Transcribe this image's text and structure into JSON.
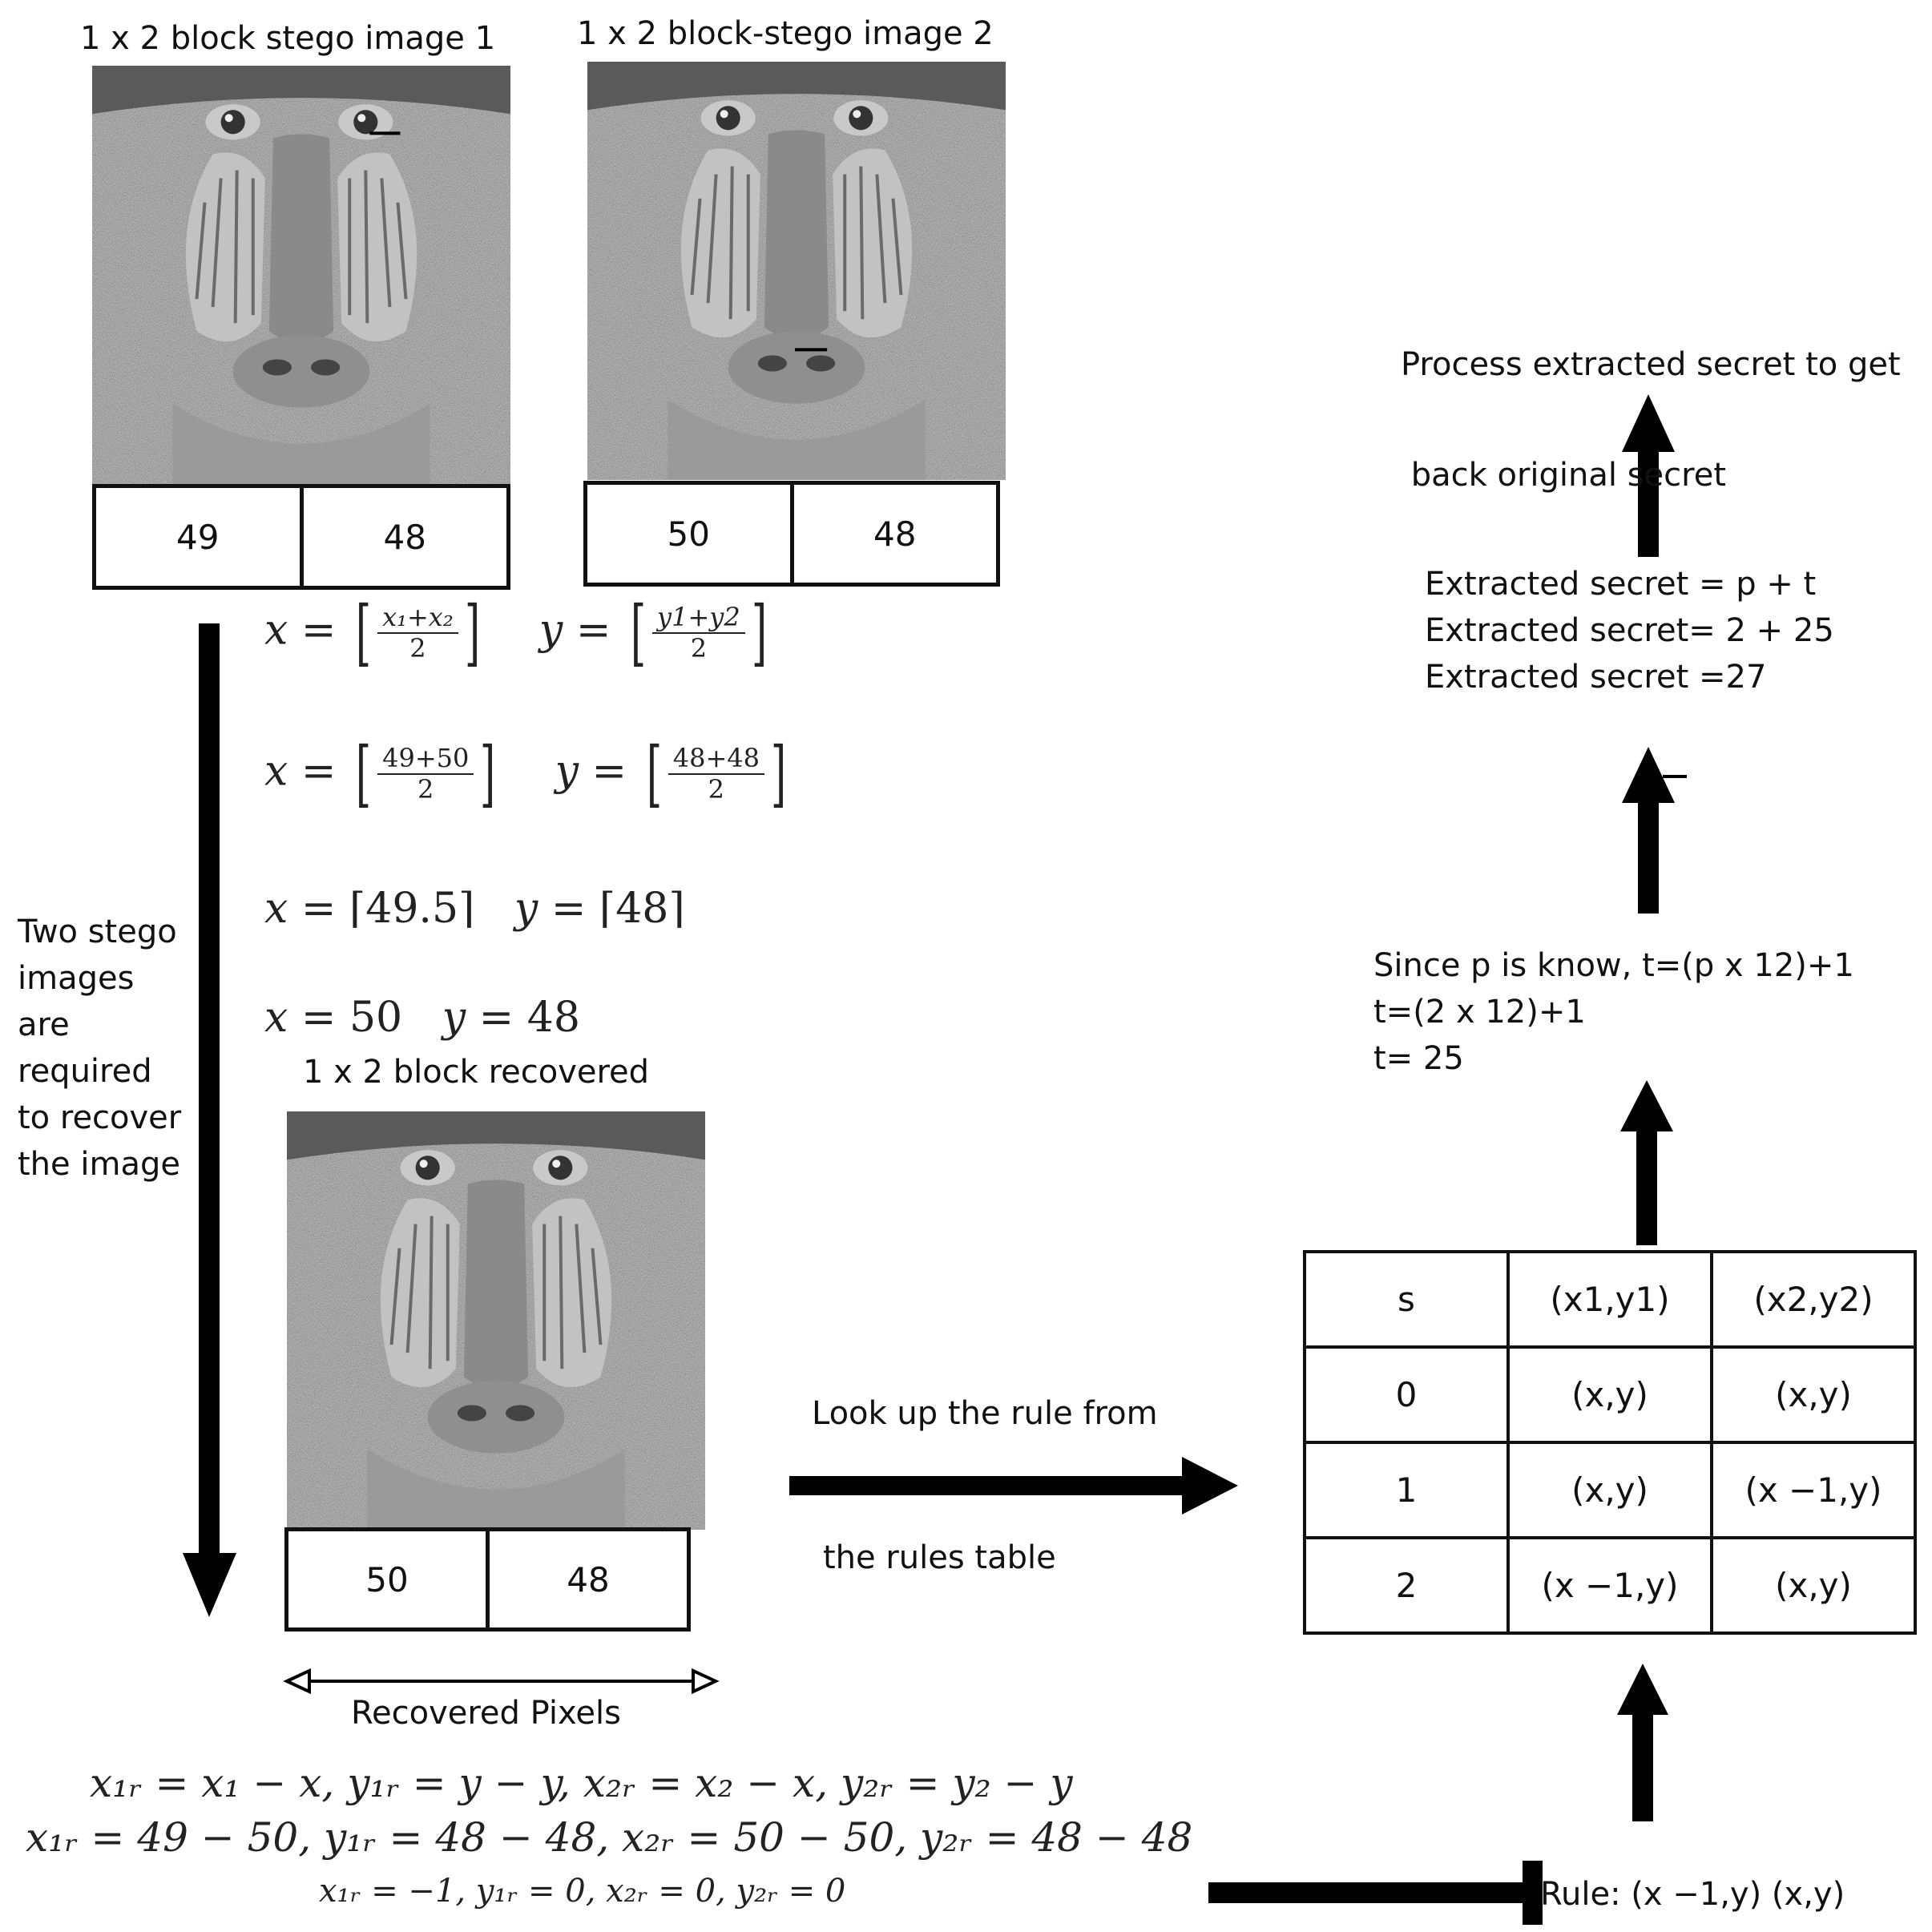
{
  "stego1": {
    "title": "1 x 2 block stego image 1",
    "pixels": [
      "49",
      "48"
    ]
  },
  "stego2": {
    "title": "1 x 2 block-stego image 2",
    "pixels": [
      "50",
      "48"
    ]
  },
  "recovered": {
    "title": "1 x 2 block recovered",
    "pixels": [
      "50",
      "48"
    ],
    "caption": "Recovered Pixels"
  },
  "side_note": [
    "Two stego",
    "images",
    "are",
    "required",
    "to recover",
    "the image"
  ],
  "equations": {
    "row1_x_num": "x₁+x₂",
    "row1_y_num": "y1+y2",
    "row1_den": "2",
    "row2_x_num": "49+50",
    "row2_y_num": "48+48",
    "row2_den": "2",
    "row3_x": "49.5",
    "row3_y": "48",
    "row4_x": "50",
    "row4_y": "48"
  },
  "residuals": {
    "line1": "x₁ᵣ = x₁ − x, y₁ᵣ = y − y, x₂ᵣ = x₂ − x, y₂ᵣ = y₂ − y",
    "line2": "x₁ᵣ = 49 − 50, y₁ᵣ = 48 − 48, x₂ᵣ = 50 − 50, y₂ᵣ = 48 − 48",
    "line3": "x₁ᵣ = −1, y₁ᵣ = 0, x₂ᵣ = 0, y₂ᵣ = 0"
  },
  "lookup_label": {
    "line1": "Look up the rule from",
    "line2": "the rules table"
  },
  "rule_label": "Rule: (x −1,y) (x,y)",
  "rules_table": {
    "headers": [
      "s",
      "(x1,y1)",
      "(x2,y2)"
    ],
    "rows": [
      [
        "0",
        "(x,y)",
        "(x,y)"
      ],
      [
        "1",
        "(x,y)",
        "(x −1,y)"
      ],
      [
        "2",
        "(x −1,y)",
        "(x,y)"
      ]
    ]
  },
  "t_calc": [
    "Since p is know, t=(p x 12)+1",
    "t=(2 x 12)+1",
    "t= 25"
  ],
  "extracted": [
    "Extracted secret = p + t",
    "Extracted secret= 2 + 25",
    "Extracted secret =27"
  ],
  "final_step": [
    "Process extracted secret to get",
    " back original secret"
  ]
}
